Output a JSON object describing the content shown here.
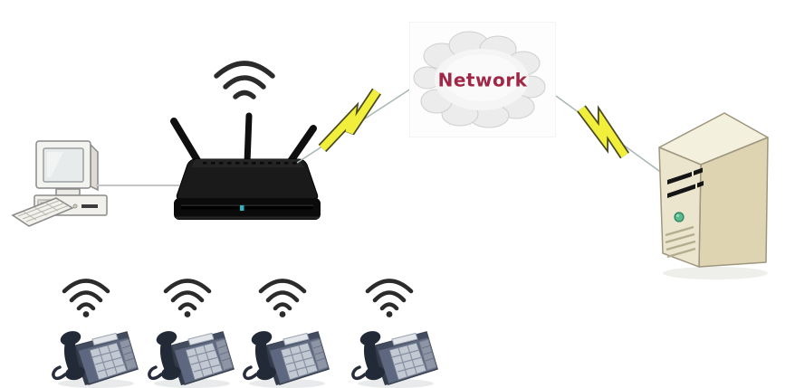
{
  "figure": {
    "type": "wireless-network-topology-diagram",
    "cloud": {
      "label": "Network"
    },
    "nodes": [
      {
        "id": "desktop-computer",
        "kind": "computer"
      },
      {
        "id": "wireless-router",
        "kind": "router"
      },
      {
        "id": "network-cloud",
        "kind": "cloud",
        "label": "Network"
      },
      {
        "id": "server",
        "kind": "server-tower"
      },
      {
        "id": "ip-phone-1",
        "kind": "wireless-ip-phone"
      },
      {
        "id": "ip-phone-2",
        "kind": "wireless-ip-phone"
      },
      {
        "id": "ip-phone-3",
        "kind": "wireless-ip-phone"
      },
      {
        "id": "ip-phone-4",
        "kind": "wireless-ip-phone"
      }
    ],
    "connections": [
      {
        "from": "desktop-computer",
        "to": "wireless-router",
        "style": "cable"
      },
      {
        "from": "wireless-router",
        "to": "network-cloud",
        "style": "lightning-link"
      },
      {
        "from": "network-cloud",
        "to": "server",
        "style": "lightning-link"
      },
      {
        "from": "wireless-router",
        "to": "ip-phones",
        "style": "wifi"
      }
    ]
  },
  "colors": {
    "cloud_label": "#a02846",
    "lightning_fill": "#f1ef3c",
    "lightning_outline": "#4a4a22",
    "needle_line": "#a9b6b6",
    "router_body": "#1a1a1a",
    "router_led": "#2fb3c0",
    "server_front": "#ece5cd",
    "server_side": "#ded4b2",
    "server_top": "#f4f0de",
    "server_power_button": "#57bb8e",
    "phone_body": "#5d6880",
    "wifi_arc": "#2b2b2b",
    "cable": "#c6c6c6"
  }
}
